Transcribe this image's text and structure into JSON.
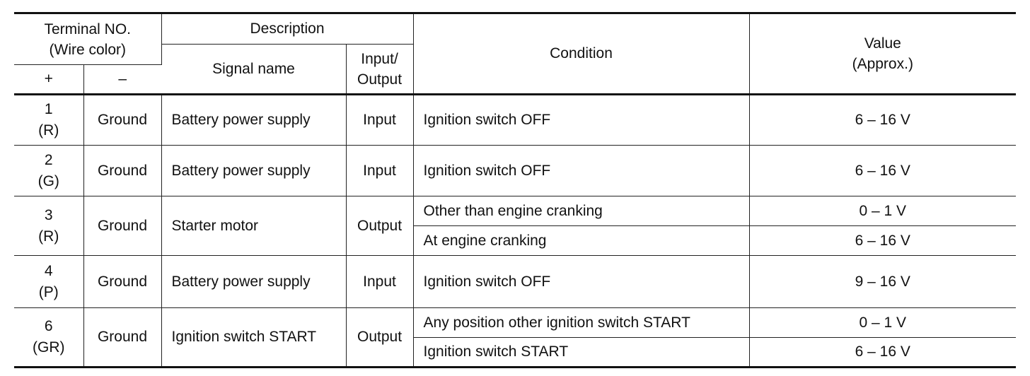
{
  "header": {
    "terminal_no": "Terminal NO.",
    "wire_color": "(Wire color)",
    "plus": "+",
    "minus": "–",
    "description": "Description",
    "signal_name": "Signal name",
    "input_output_1": "Input/",
    "input_output_2": "Output",
    "condition": "Condition",
    "value_1": "Value",
    "value_2": "(Approx.)"
  },
  "rows": [
    {
      "terminal": "1",
      "wire": "(R)",
      "ground": "Ground",
      "signal": "Battery power supply",
      "io": "Input",
      "conditions": [
        {
          "condition": "Ignition switch OFF",
          "value": "6 – 16 V"
        }
      ]
    },
    {
      "terminal": "2",
      "wire": "(G)",
      "ground": "Ground",
      "signal": "Battery power supply",
      "io": "Input",
      "conditions": [
        {
          "condition": "Ignition switch OFF",
          "value": "6 – 16 V"
        }
      ]
    },
    {
      "terminal": "3",
      "wire": "(R)",
      "ground": "Ground",
      "signal": "Starter motor",
      "io": "Output",
      "conditions": [
        {
          "condition": "Other than engine cranking",
          "value": "0 – 1 V"
        },
        {
          "condition": "At engine cranking",
          "value": "6 – 16 V"
        }
      ]
    },
    {
      "terminal": "4",
      "wire": "(P)",
      "ground": "Ground",
      "signal": "Battery power supply",
      "io": "Input",
      "conditions": [
        {
          "condition": "Ignition switch OFF",
          "value": "9 – 16 V"
        }
      ]
    },
    {
      "terminal": "6",
      "wire": "(GR)",
      "ground": "Ground",
      "signal": "Ignition switch START",
      "io": "Output",
      "conditions": [
        {
          "condition": "Any position other ignition switch START",
          "value": "0 – 1 V"
        },
        {
          "condition": "Ignition switch START",
          "value": "6 – 16 V"
        }
      ]
    }
  ]
}
